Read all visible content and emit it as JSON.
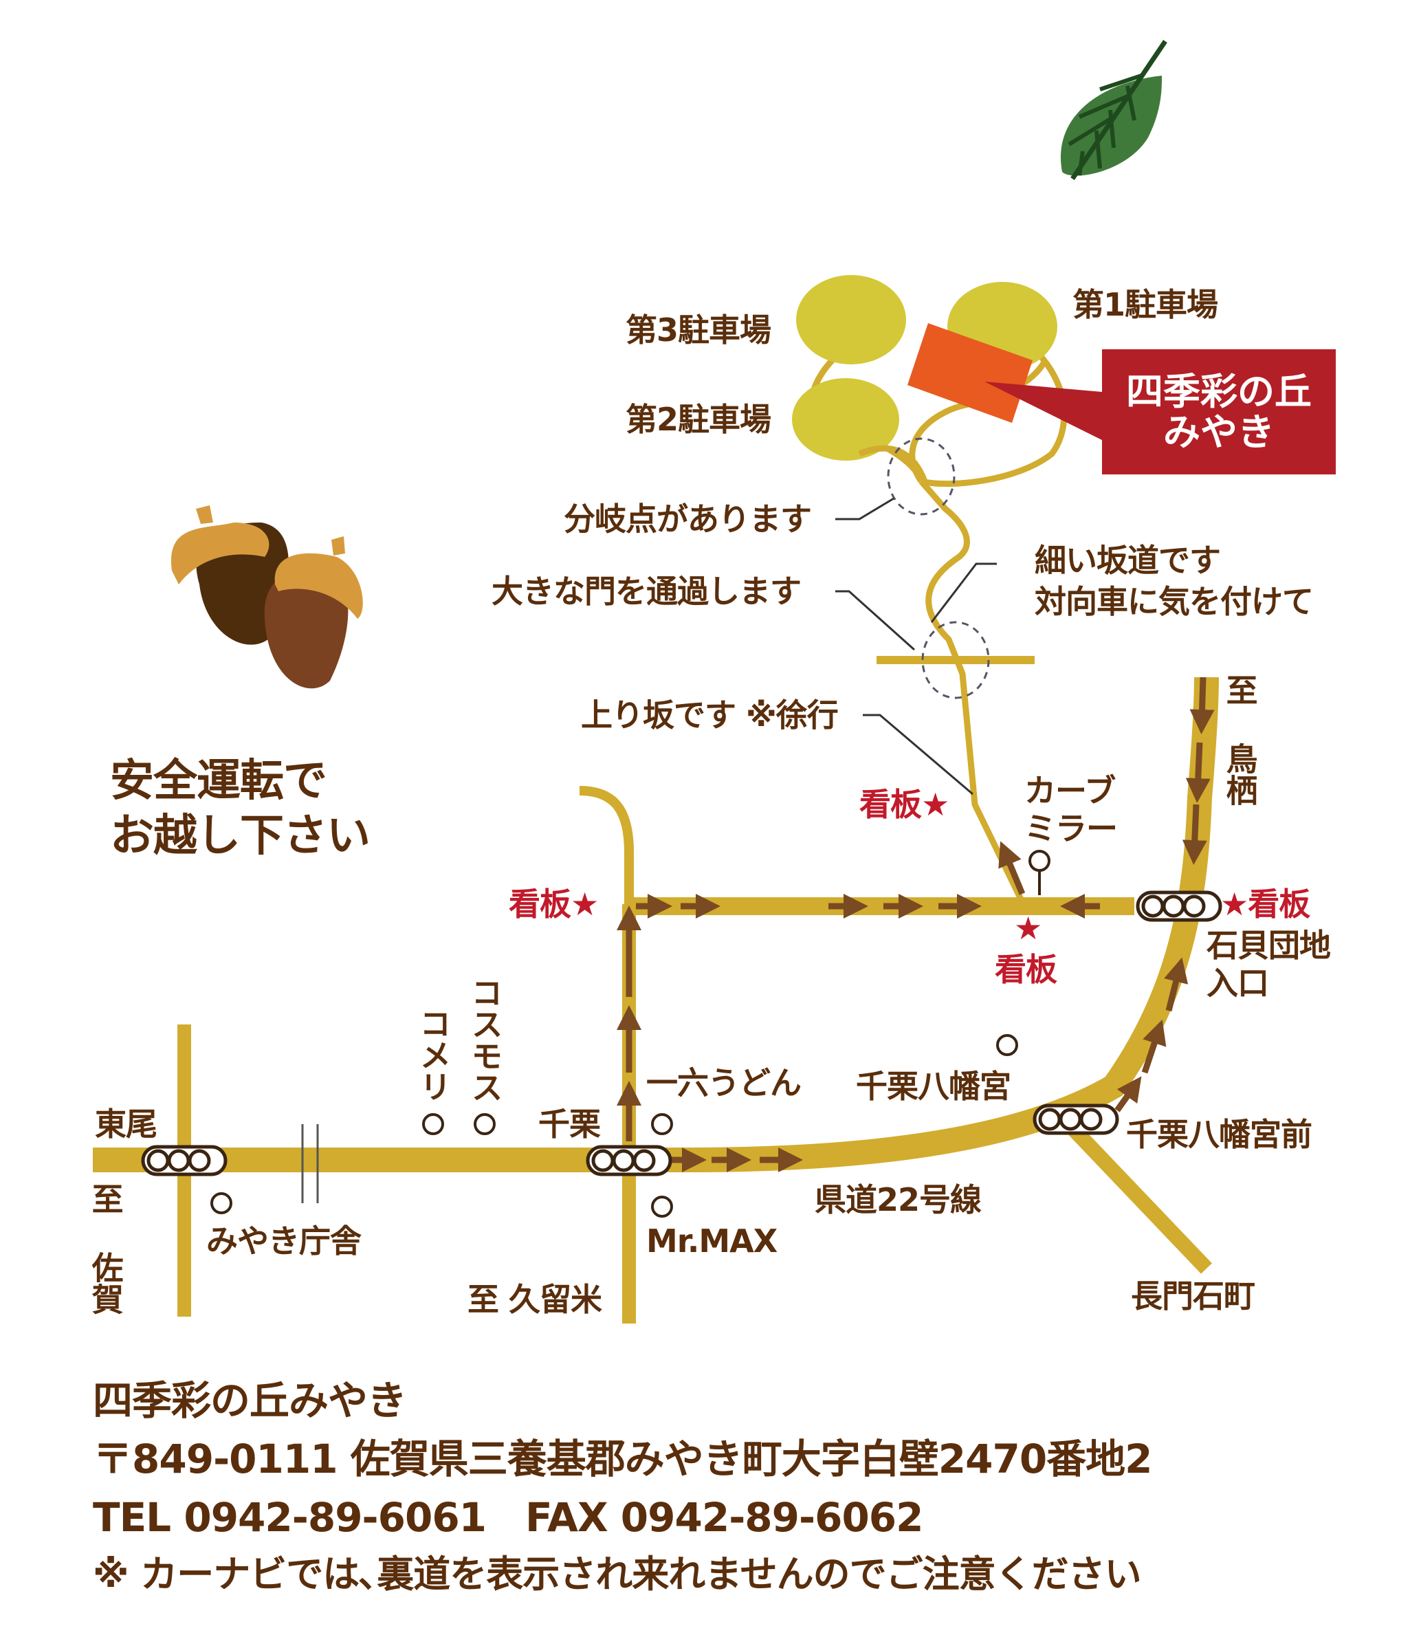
{
  "map": {
    "parking": {
      "p1": "第1駐車場",
      "p2": "第2駐車場",
      "p3": "第3駐車場"
    },
    "destination": {
      "line1": "四季彩の丘",
      "line2": "みやき"
    },
    "notes": {
      "branch": "分岐点があります",
      "gate": "大きな門を通過します",
      "narrow_line1": "細い坂道です",
      "narrow_line2": "対向車に気を付けて",
      "uphill": "上り坂です ※徐行"
    },
    "signs": {
      "sign": "看板",
      "star": "★"
    },
    "curve_mirror": {
      "line1": "カーブ",
      "line2": "ミラー"
    },
    "directions": {
      "tosu": "至 鳥栖",
      "saga": "至 佐賀",
      "kurume": "至 久留米"
    },
    "places": {
      "ishigai_line1": "石貝団地",
      "ishigai_line2": "入口",
      "higashio": "東尾",
      "chiriku": "千栗",
      "ichiroku": "一六うどん",
      "chiriku_hachimangu": "千栗八幡宮",
      "chiriku_hachimangu_mae": "千栗八幡宮前",
      "route22": "県道22号線",
      "nagato": "長門石町",
      "miyaki_office": "みやき庁舎",
      "mrmax": "Mr.MAX",
      "komeri": "コメリ",
      "cosmos": "コスモス"
    },
    "safety": {
      "line1": "安全運転で",
      "line2": "お越し下さい"
    },
    "colors": {
      "road": "#d2ac2e",
      "arrow": "#7a4a22",
      "parking": "#d4c838",
      "building": "#e85a20",
      "callout": "#b31f26",
      "text": "#5a2e0c",
      "sign": "#c21a2a",
      "leaf": "#3f7a3a"
    }
  },
  "footer": {
    "name": "四季彩の丘みやき",
    "address": "〒849-0111 佐賀県三養基郡みやき町大字白壁2470番地2",
    "phone": "TEL 0942-89-6061　FAX 0942-89-6062",
    "note": "※ カーナビでは､裏道を表示され来れませんのでご注意ください"
  }
}
